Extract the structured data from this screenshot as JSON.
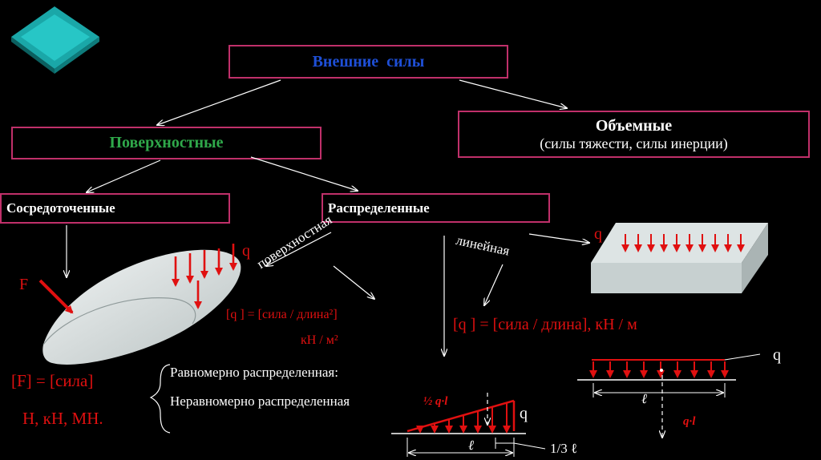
{
  "colors": {
    "background": "#000000",
    "box_border": "#c0306a",
    "title": "#1e4fd6",
    "green": "#2fa84a",
    "red": "#e01010",
    "white": "#ffffff"
  },
  "icons": {
    "corner": "teal-diamond-icon"
  },
  "boxes": {
    "external_forces": "Внешние  силы",
    "surface": "Поверхностные",
    "volume_title": "Объемные",
    "volume_sub": "(силы тяжести, силы инерции)",
    "concentrated": "Сосредоточенные",
    "distributed": "Распределенные"
  },
  "labels": {
    "surface_rotated": "поверхностная",
    "linear_rotated": "линейная",
    "force_F": "F",
    "q_top": "q",
    "q_slab": "q",
    "q_right": "q",
    "q_tri": "q",
    "F_units": "[F] = [сила]",
    "F_units2": "Н, кН, МН.",
    "q_area_formula": "[q ] = [сила / длина²]",
    "q_area_units": "кН / м²",
    "q_linear_formula": "[q ] = [сила / длина], кН / м",
    "uniform": "Равномерно распределенная:",
    "nonuniform": "Неравномерно распределенная",
    "half_ql": "½ q·l",
    "ql": "q·l",
    "ell_tri": "ℓ",
    "ell_uni": "ℓ",
    "third": "1/3 ℓ"
  }
}
